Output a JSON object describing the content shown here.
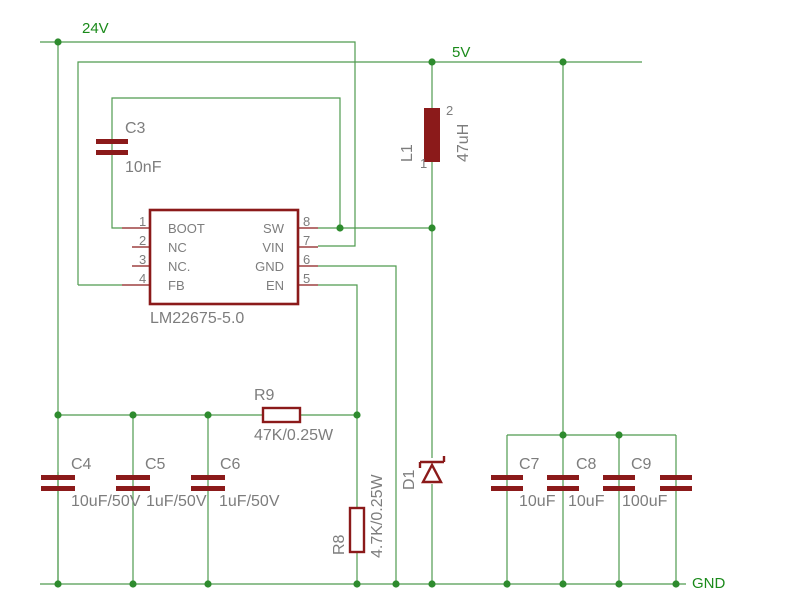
{
  "nets": {
    "vin": "24V",
    "vout": "5V",
    "gnd": "GND"
  },
  "ic": {
    "name": "LM22675-5.0",
    "pins": [
      {
        "num": "1",
        "name": "BOOT"
      },
      {
        "num": "2",
        "name": "NC"
      },
      {
        "num": "3",
        "name": "NC."
      },
      {
        "num": "4",
        "name": "FB"
      },
      {
        "num": "8",
        "name": "SW"
      },
      {
        "num": "7",
        "name": "VIN"
      },
      {
        "num": "6",
        "name": "GND"
      },
      {
        "num": "5",
        "name": "EN"
      }
    ]
  },
  "components": {
    "c3": {
      "ref": "C3",
      "value": "10nF"
    },
    "l1": {
      "ref": "L1",
      "value": "47uH",
      "pin1": "1",
      "pin2": "2"
    },
    "d1": {
      "ref": "D1"
    },
    "r9": {
      "ref": "R9",
      "value": "47K/0.25W"
    },
    "r8": {
      "ref": "R8",
      "value": "4.7K/0.25W"
    },
    "c4": {
      "ref": "C4",
      "value": "10uF/50V"
    },
    "c5": {
      "ref": "C5",
      "value": "1uF/50V"
    },
    "c6": {
      "ref": "C6",
      "value": "1uF/50V"
    },
    "c7": {
      "ref": "C7",
      "value": "10uF"
    },
    "c8": {
      "ref": "C8",
      "value": "10uF"
    },
    "c9": {
      "ref": "C9",
      "value": "100uF"
    }
  },
  "colors": {
    "wire": "#4f9b4f",
    "component": "#8b1a1a",
    "label": "#7d7d7d",
    "net_label": "#1a8a1a"
  }
}
